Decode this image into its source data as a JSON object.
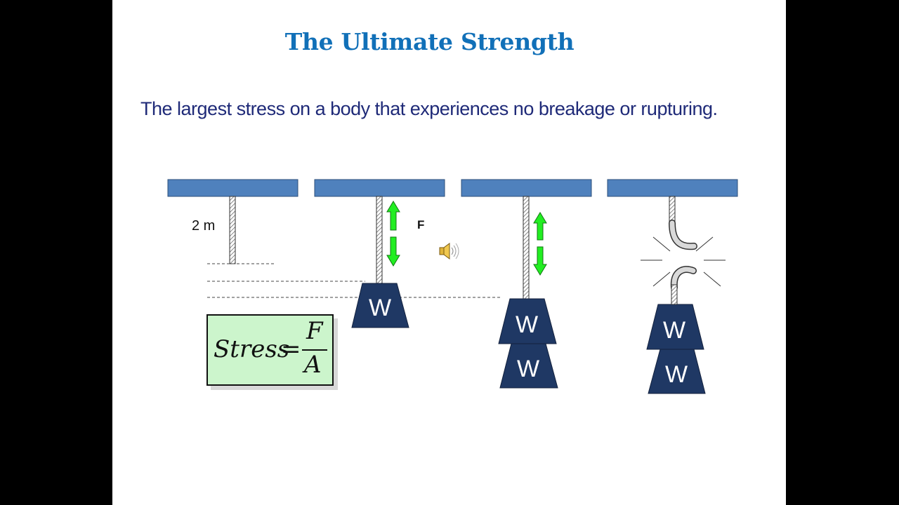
{
  "slide": {
    "title": "The Ultimate  Strength",
    "definition": "The largest stress on a body  that experiences no breakage or rupturing."
  },
  "diagram": {
    "length_label": "2 m",
    "force_label": "F",
    "weight_label": "W",
    "formula": {
      "lhs": "Stress",
      "equals": "=",
      "numerator": "F",
      "denominator": "A"
    }
  },
  "colors": {
    "title": "#1170b8",
    "beam": "#4f81bd",
    "weight": "#1f3864",
    "arrow": "#22ee22",
    "formula_bg": "#ccf5cc",
    "background": "#000000"
  },
  "icons": [
    "speaker-icon",
    "snap-burst-icon"
  ]
}
